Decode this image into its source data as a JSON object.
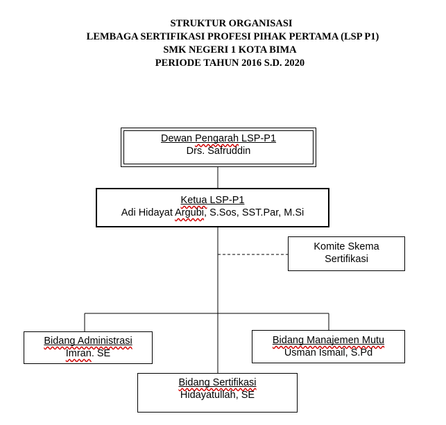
{
  "title": {
    "line1": "STRUKTUR ORGANISASI",
    "line2": "LEMBAGA SERTIFIKASI PROFESI PIHAK PERTAMA (LSP P1)",
    "line3": "SMK NEGERI 1 KOTA BIMA",
    "line4": "PERIODE TAHUN 2016 S.D. 2020"
  },
  "nodes": {
    "dewan": {
      "role_a": "Dewan ",
      "role_b": "Pengarah",
      "role_c": " LSP-P1",
      "name": "Drs. Safruddin"
    },
    "ketua": {
      "role_a": "Ketua",
      "role_b": " LSP-P1",
      "name_a": "Adi Hidayat ",
      "name_b": "Argubi",
      "name_c": ", S.Sos, SST.Par, M.Si"
    },
    "komite": {
      "line1": "Komite Skema",
      "line2": "Sertifikasi"
    },
    "admin": {
      "role": "Bidang Administrasi",
      "name_a": "Imran",
      "name_b": ". SE"
    },
    "mutu": {
      "role": "Bidang Manajemen Mutu",
      "name": "Usman Ismail, S.Pd"
    },
    "sert": {
      "role": "Bidang Sertifikasi",
      "name": "Hidayatullah, SE"
    }
  },
  "colors": {
    "line": "#000000",
    "spellcheck": "#d00000"
  }
}
